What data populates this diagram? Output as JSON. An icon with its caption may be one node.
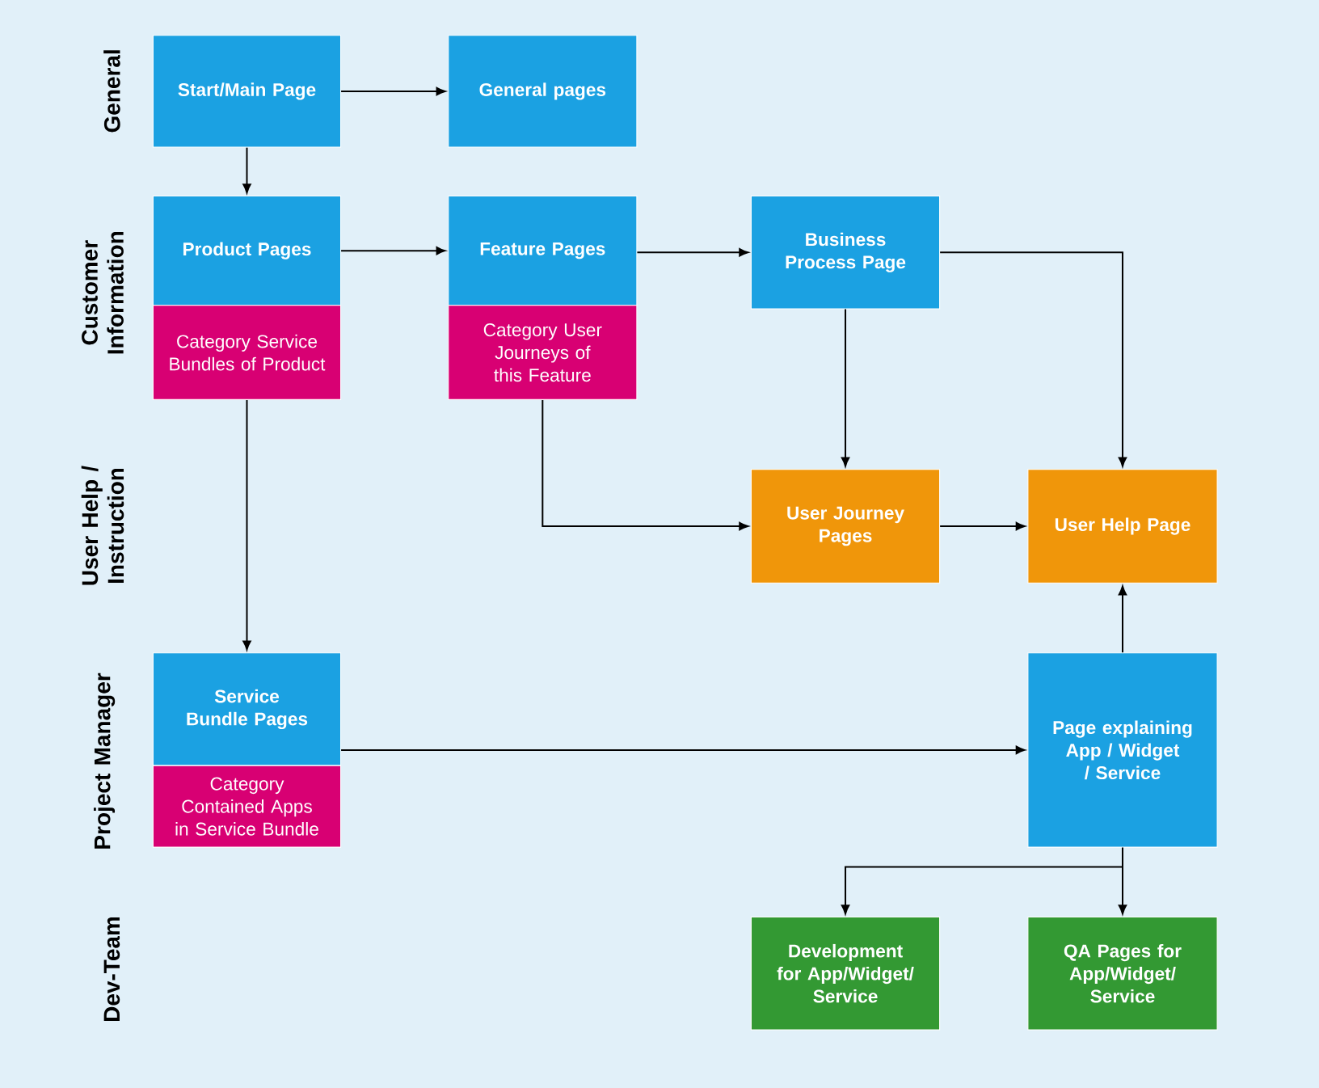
{
  "diagram": {
    "nodes": [
      {
        "text": [
          "Start/Main Page"
        ]
      },
      {
        "text": [
          "General pages"
        ]
      },
      {
        "text": [
          "Product Pages"
        ]
      },
      {
        "text": [
          "Category Service Bundles of Product"
        ]
      },
      {
        "text": [
          "Feature Pages"
        ]
      },
      {
        "text": [
          "Category User Journeys of this Feature"
        ]
      },
      {
        "text": [
          "Business Process Page"
        ]
      },
      {
        "text": [
          "User Journey Pages"
        ]
      },
      {
        "text": [
          "User Help Page"
        ]
      },
      {
        "text": [
          "Service Bundle Pages"
        ]
      },
      {
        "text": [
          "Category Contained Apps in Service Bundle"
        ]
      },
      {
        "text": [
          "Page explaining App / Widget / Service"
        ]
      },
      {
        "text": [
          "Development for App/Widget/ Service"
        ]
      },
      {
        "text": [
          "QA Pages for App/Widget/ Service"
        ]
      }
    ],
    "edges": [
      {
        "from": 0,
        "to": 1,
        "arrow": "to"
      },
      {
        "from": 0,
        "to": 2,
        "arrow": "to"
      },
      {
        "from": 2,
        "to": 4,
        "arrow": "to"
      },
      {
        "from": 4,
        "to": 6,
        "arrow": "to"
      },
      {
        "from": 6,
        "to": 7,
        "arrow": "to"
      },
      {
        "from": 6,
        "to": 8,
        "arrow": "to"
      },
      {
        "from": 3,
        "to": 9,
        "arrow": "to"
      },
      {
        "from": 5,
        "to": 7,
        "arrow": "to"
      },
      {
        "from": 7,
        "to": 8,
        "arrow": "to"
      },
      {
        "from": 9,
        "to": 11,
        "arrow": "to"
      },
      {
        "from": 11,
        "to": 8,
        "arrow": "to"
      },
      {
        "from": 11,
        "to": 12,
        "arrow": "to"
      },
      {
        "from": 11,
        "to": 13,
        "arrow": "to"
      }
    ],
    "labels": [
      "General",
      "Customer Information",
      "User Help / Instruction",
      "Project Manager",
      "Dev-Team"
    ]
  }
}
